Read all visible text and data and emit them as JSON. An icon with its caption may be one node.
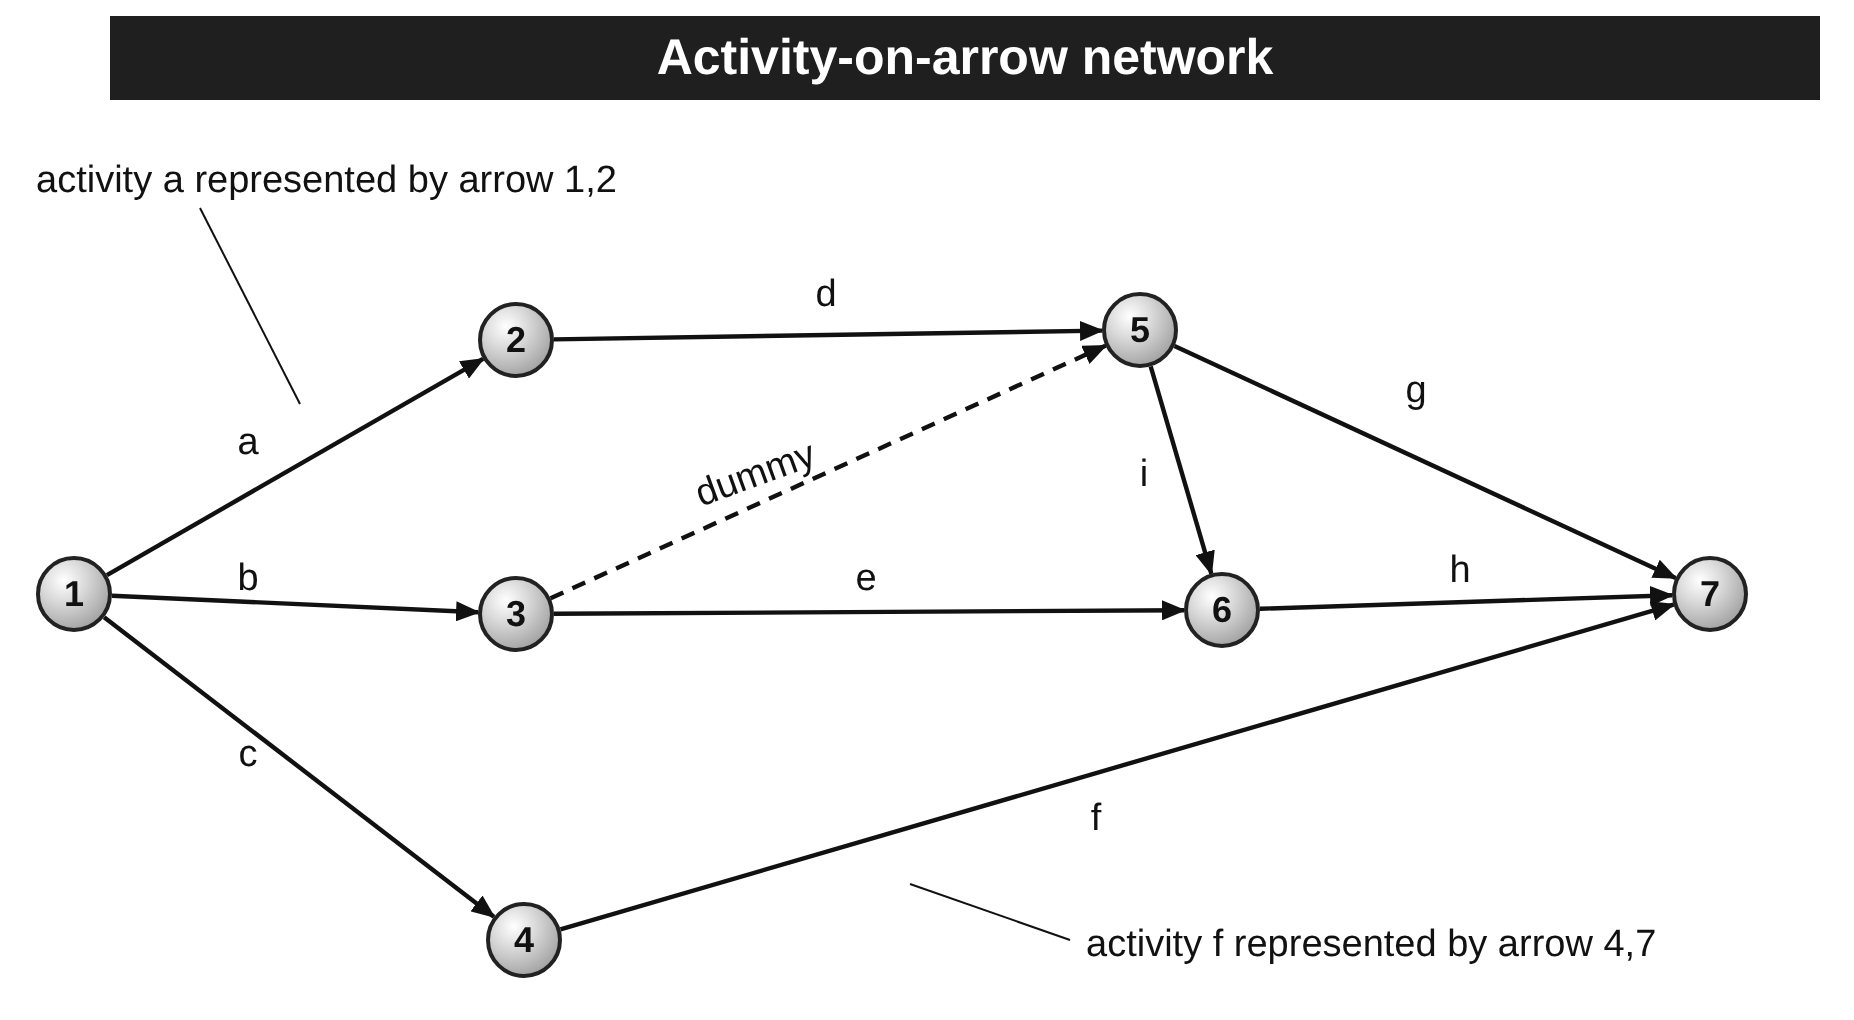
{
  "diagram": {
    "title": "Activity-on-arrow network",
    "nodes": [
      {
        "text": [
          "1"
        ]
      },
      {
        "text": [
          "2"
        ]
      },
      {
        "text": [
          "3"
        ]
      },
      {
        "text": [
          "4"
        ]
      },
      {
        "text": [
          "5"
        ]
      },
      {
        "text": [
          "6"
        ]
      },
      {
        "text": [
          "7"
        ]
      },
      {
        "text": [
          "activity a represented by arrow 1,2"
        ]
      },
      {
        "text": [
          "activity f represented by arrow 4,7"
        ]
      }
    ],
    "edges": [
      {
        "from": 0,
        "to": 1,
        "arrow": "to",
        "label": "a"
      },
      {
        "from": 0,
        "to": 2,
        "arrow": "to",
        "label": "b"
      },
      {
        "from": 0,
        "to": 3,
        "arrow": "to",
        "label": "c"
      },
      {
        "from": 1,
        "to": 4,
        "arrow": "to",
        "label": "d"
      },
      {
        "from": 2,
        "to": 4,
        "arrow": "to",
        "label": "dummy",
        "style": "dashed"
      },
      {
        "from": 2,
        "to": 5,
        "arrow": "to",
        "label": "e"
      },
      {
        "from": 3,
        "to": 6,
        "arrow": "to",
        "label": "f"
      },
      {
        "from": 4,
        "to": 5,
        "arrow": "to",
        "label": "i"
      },
      {
        "from": 4,
        "to": 6,
        "arrow": "to",
        "label": "g"
      },
      {
        "from": 5,
        "to": 6,
        "arrow": "to",
        "label": "h"
      },
      {
        "from": 7,
        "to": null,
        "arrow": "none"
      },
      {
        "from": 8,
        "to": null,
        "arrow": "none"
      }
    ]
  }
}
